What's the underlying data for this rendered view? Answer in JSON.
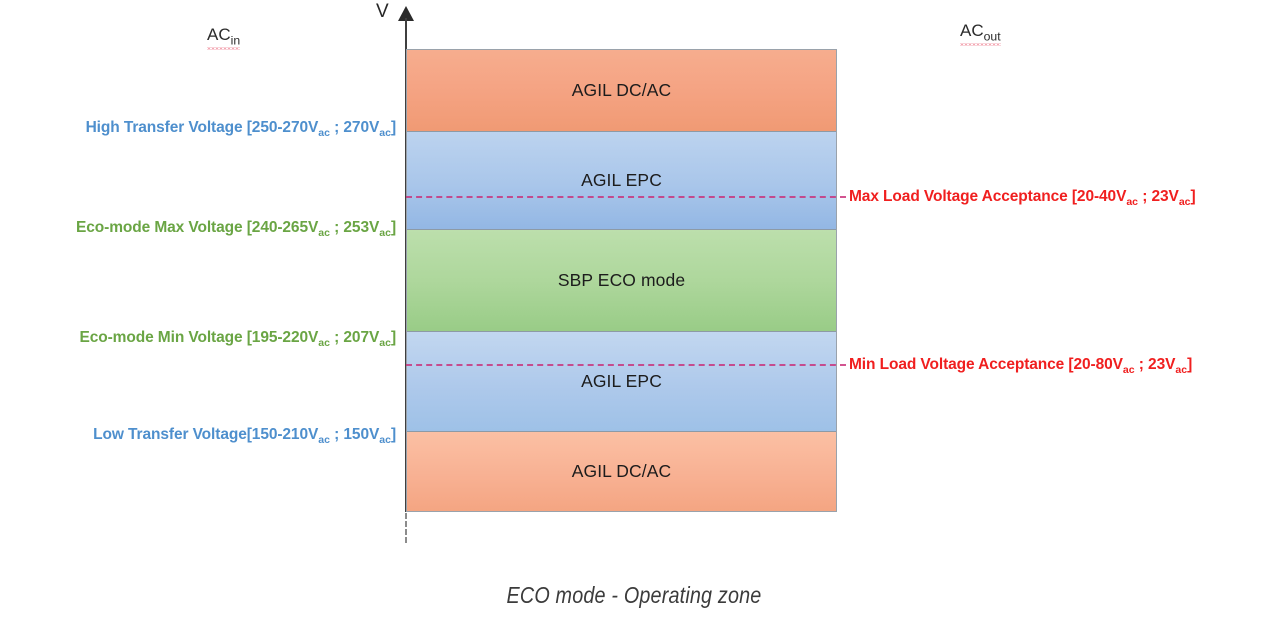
{
  "axis": {
    "label": "V",
    "arrow_icon": "up-arrow-icon"
  },
  "headers": {
    "input": {
      "base": "AC",
      "sub": "in"
    },
    "output": {
      "base": "AC",
      "sub": "out"
    }
  },
  "caption": "ECO mode - Operating zone",
  "chart_data": {
    "type": "bar",
    "title": "ECO mode - Operating zone",
    "xlabel": "",
    "ylabel": "V",
    "orientation": "stacked-vertical",
    "grid": false,
    "legend": "none",
    "categories": [
      "AGIL DC/AC",
      "AGIL EPC",
      "SBP ECO mode",
      "AGIL EPC",
      "AGIL DC/AC"
    ],
    "bands": [
      {
        "label": "AGIL DC/AC",
        "color": "#f5a484",
        "height_pct": 17.9,
        "zone": "upper-inverter"
      },
      {
        "label": "AGIL EPC",
        "color": "#a9c6ea",
        "height_pct": 21.2,
        "zone": "upper-epc"
      },
      {
        "label": "SBP ECO mode",
        "color": "#aed79c",
        "height_pct": 22.0,
        "zone": "eco"
      },
      {
        "label": "AGIL EPC",
        "color": "#aec9eb",
        "height_pct": 21.6,
        "zone": "lower-epc"
      },
      {
        "label": "AGIL DC/AC",
        "color": "#f8b193",
        "height_pct": 17.3,
        "zone": "lower-inverter"
      }
    ],
    "thresholds_left": [
      {
        "text_main": "High Transfer Voltage [250-270V",
        "sub1": "ac",
        "mid": " ; 270V",
        "sub2": "ac",
        "tail": "]",
        "color": "#4e8fcd",
        "value_range": [
          250,
          270
        ],
        "value_nominal": 270,
        "unit": "Vac"
      },
      {
        "text_main": "Eco-mode Max Voltage [240-265V",
        "sub1": "ac",
        "mid": " ; 253V",
        "sub2": "ac",
        "tail": "]",
        "color": "#6aa544",
        "value_range": [
          240,
          265
        ],
        "value_nominal": 253,
        "unit": "Vac"
      },
      {
        "text_main": "Eco-mode Min Voltage [195-220V",
        "sub1": "ac",
        "mid": " ; 207V",
        "sub2": "ac",
        "tail": "]",
        "color": "#6aa544",
        "value_range": [
          195,
          220
        ],
        "value_nominal": 207,
        "unit": "Vac"
      },
      {
        "text_main": "Low Transfer Voltage[150-210V",
        "sub1": "ac",
        "mid": " ; 150V",
        "sub2": "ac",
        "tail": "]",
        "color": "#4e8fcd",
        "value_range": [
          150,
          210
        ],
        "value_nominal": 150,
        "unit": "Vac"
      }
    ],
    "thresholds_right": [
      {
        "text_main": "Max Load Voltage Acceptance [20-40V",
        "sub1": "ac",
        "mid": " ; 23V",
        "sub2": "ac",
        "tail": "]",
        "color": "#f01f1f",
        "value_range": [
          20,
          40
        ],
        "value_nominal": 23,
        "unit": "Vac"
      },
      {
        "text_main": "Min Load Voltage Acceptance [20-80V",
        "sub1": "ac",
        "mid": " ; 23V",
        "sub2": "ac",
        "tail": "]",
        "color": "#f01f1f",
        "value_range": [
          20,
          80
        ],
        "value_nominal": 23,
        "unit": "Vac"
      }
    ]
  }
}
